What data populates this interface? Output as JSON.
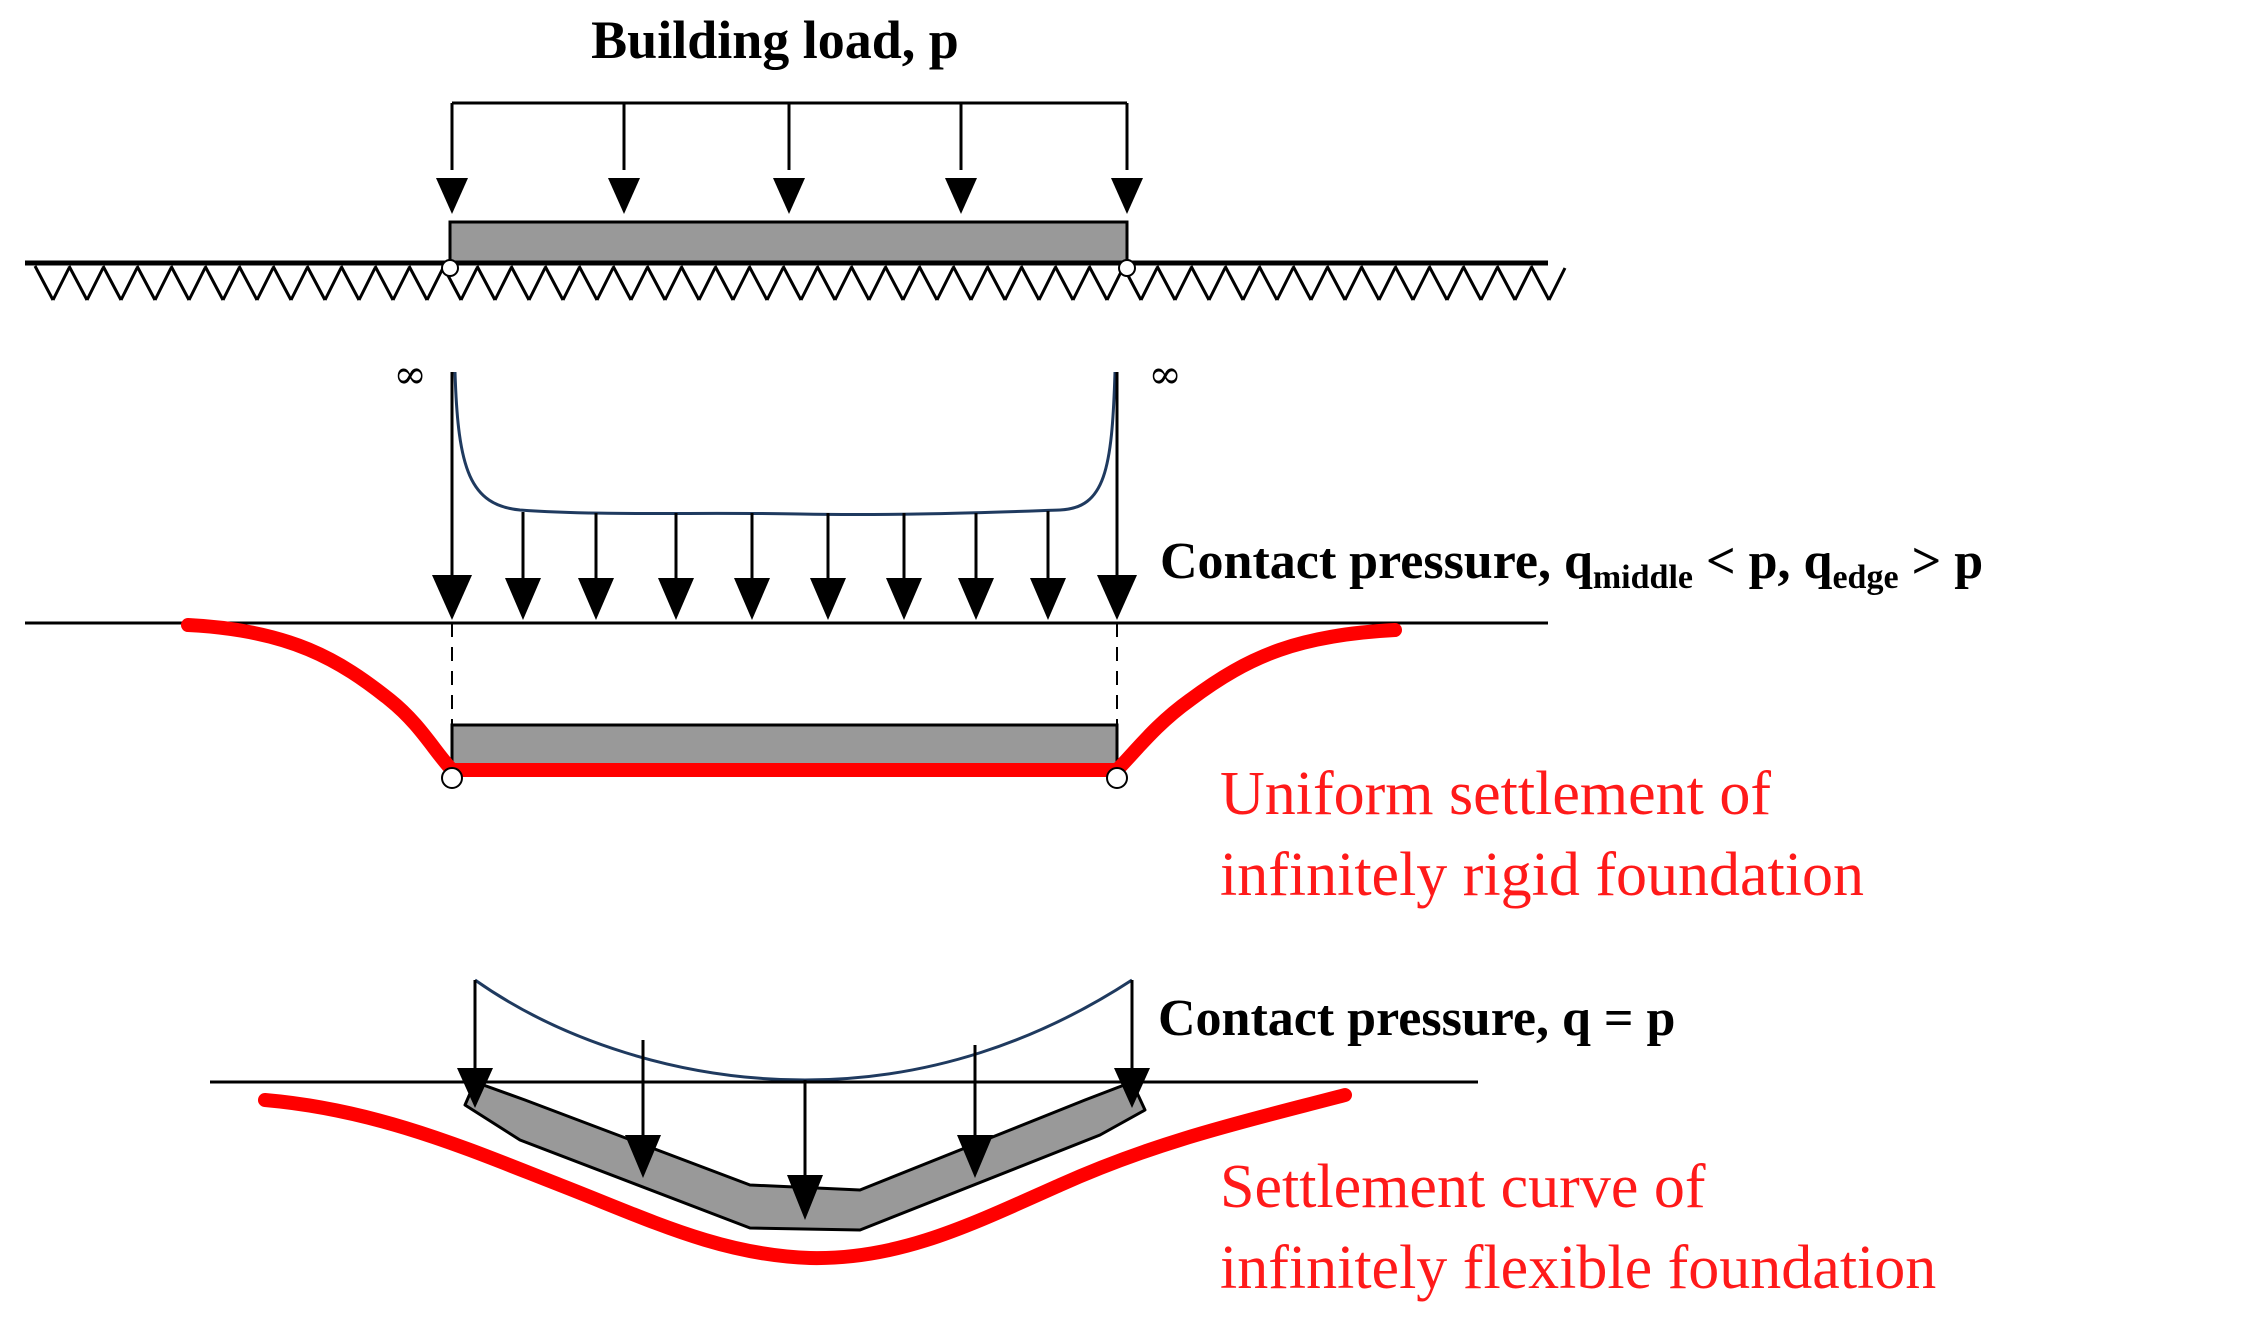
{
  "diagram": {
    "title": "Building load, p",
    "infinity_left": "∞",
    "infinity_right": "∞",
    "rigid": {
      "pressure_label": {
        "prefix": "Contact pressure, q",
        "sub1": "middle",
        "mid": " < p, q",
        "sub2": "edge",
        "suffix": " > p"
      },
      "settlement_line1": "Uniform settlement of",
      "settlement_line2": "infinitely rigid foundation"
    },
    "flexible": {
      "pressure_label": "Contact pressure, q = p",
      "settlement_line1": "Settlement curve of",
      "settlement_line2": "infinitely flexible foundation"
    }
  },
  "colors": {
    "settlement": "#ff0000",
    "pressure_curve": "#1f3a5f",
    "foundation": "#999999",
    "ink": "#000000"
  }
}
